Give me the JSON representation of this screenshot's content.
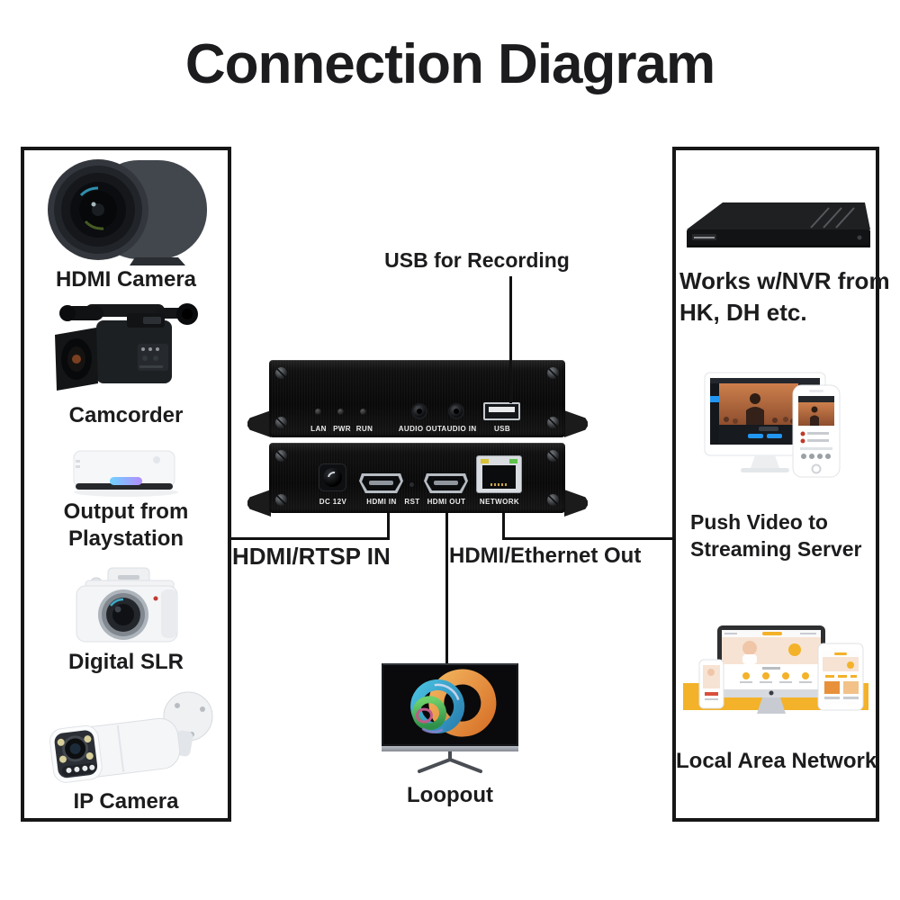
{
  "title": "Connection Diagram",
  "left_panel": {
    "items": [
      {
        "label": "HDMI Camera"
      },
      {
        "label": "Camcorder"
      },
      {
        "lines": [
          "Output from",
          "Playstation"
        ]
      },
      {
        "label": "Digital SLR"
      },
      {
        "label": "IP Camera"
      }
    ]
  },
  "right_panel": {
    "items": [
      {
        "lines": [
          "Works w/NVR from",
          "HK, DH etc."
        ]
      },
      {
        "lines": [
          "Push Video to",
          "Streaming Server"
        ]
      },
      {
        "label": "Local Area Network"
      }
    ]
  },
  "device": {
    "rear_panel": {
      "led_labels": [
        "LAN",
        "PWR",
        "RUN"
      ],
      "audio_out_label": "AUDIO OUT",
      "audio_in_label": "AUDIO IN",
      "usb_label": "USB"
    },
    "front_panel": {
      "power_label": "DC 12V",
      "hdmi_in_label": "HDMI IN",
      "reset_label": "RST",
      "hdmi_out_label": "HDMI OUT",
      "network_label": "NETWORK"
    }
  },
  "annotations": {
    "usb_recording": "USB for Recording",
    "hdmi_rtsp_in": "HDMI/RTSP IN",
    "hdmi_ethernet_out": "HDMI/Ethernet Out",
    "loopout": "Loopout"
  },
  "colors": {
    "line": "#111111",
    "accent_yellow": "#f3b229",
    "stream_blue": "#2196f3",
    "swirl_orange": "#e08a3c",
    "swirl_teal": "#35b6d9",
    "led_yellow": "#d8c235",
    "led_green": "#5fc24a"
  }
}
